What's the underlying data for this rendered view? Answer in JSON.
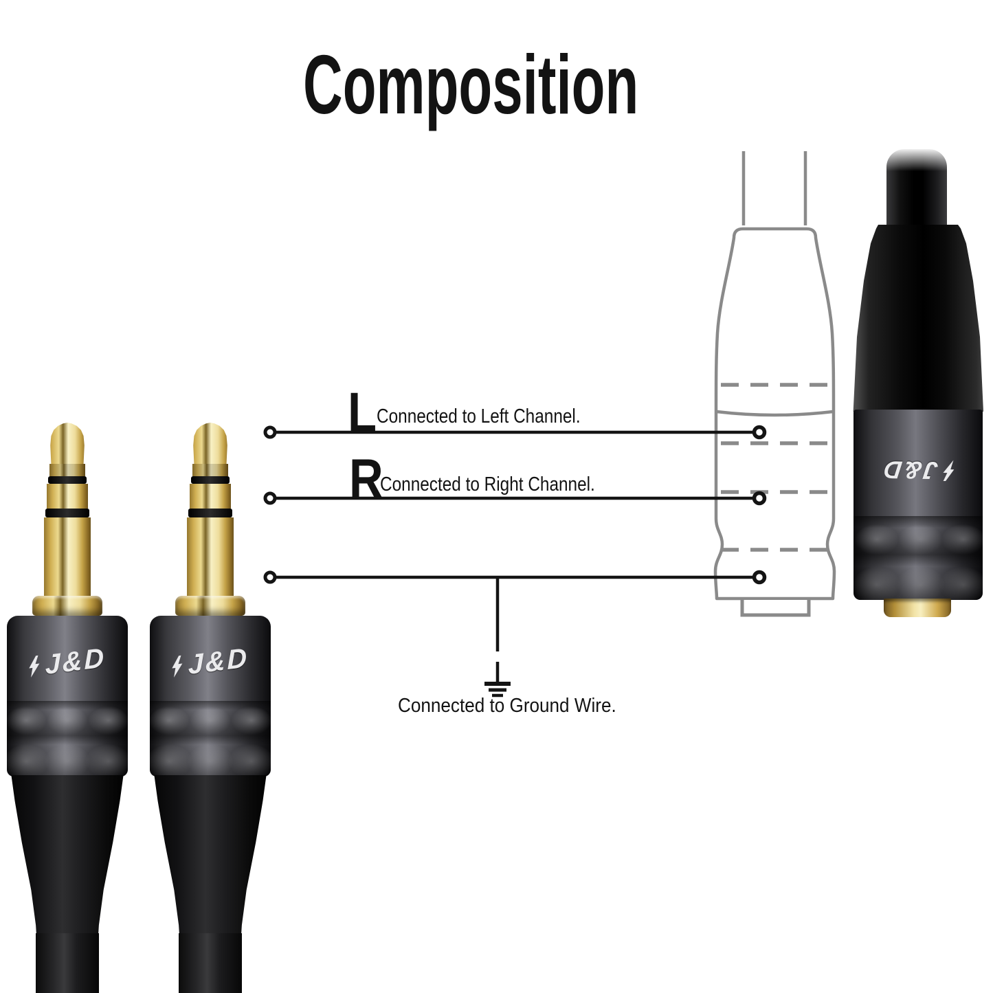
{
  "title": "Composition",
  "brand": {
    "name": "J&D",
    "lightning_icon": "⚡"
  },
  "diagram": {
    "wires": [
      {
        "id": "left-channel",
        "label": "L",
        "description": "Connected to Left Channel."
      },
      {
        "id": "right-channel",
        "label": "R",
        "description": "Connected to Right Channel."
      },
      {
        "id": "ground",
        "label": "",
        "description": "Connected to Ground Wire."
      }
    ]
  },
  "colors": {
    "background": "#ffffff",
    "title_text": "#131313",
    "wire_line": "#141414",
    "outline_gray": "#8a8a8a",
    "dash_gray": "#8a8a8a",
    "gold": "#d9b45c",
    "gunmetal": "#55555b",
    "logo_text": "#ebebed"
  }
}
